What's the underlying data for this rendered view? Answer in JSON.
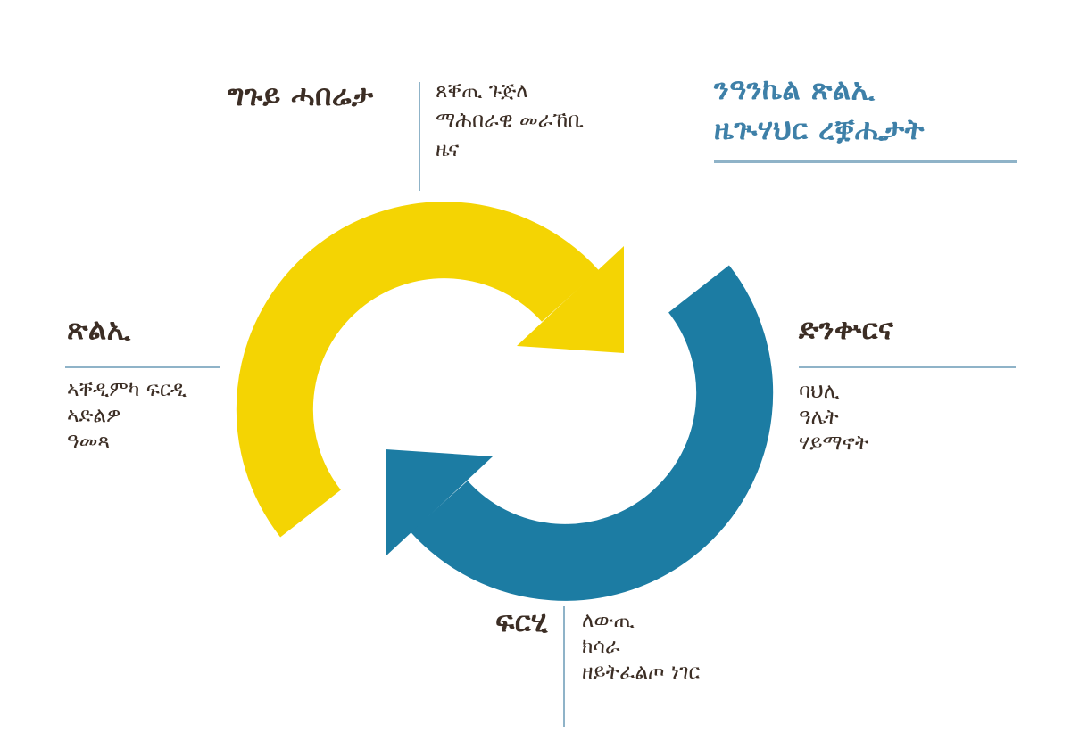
{
  "title": {
    "line1": "ንዓንኬል ጽልኢ",
    "line2": "ዜጒሃህር ረቛሒታት"
  },
  "sections": {
    "misinformation": {
      "heading": "ግጉይ ሓበሬታ",
      "items": [
        "ጸቐጢ ጉጅለ",
        "ማሕበራዊ መራኸቢ",
        "ዜና"
      ]
    },
    "hatred": {
      "heading": "ጽልኢ",
      "items": [
        "ኣቐዲምካ ፍርዲ",
        "ኣድልዎ",
        "ዓመጻ"
      ]
    },
    "ignorance": {
      "heading": "ድንቍርና",
      "items": [
        "ባህሊ",
        "ዓሌት",
        "ሃይማኖት"
      ]
    },
    "fear": {
      "heading": "ፍርሂ",
      "items": [
        "ለውጢ",
        "ክሳራ",
        "ዘይትፈልጦ ነገር"
      ]
    }
  },
  "diagram": {
    "type": "cycle",
    "arrow_count": 2,
    "arrow_direction": "clockwise"
  },
  "colors": {
    "arrow_yellow": "#F4D403",
    "arrow_teal": "#1C7CA3",
    "heading_blue": "#3E80A8",
    "text_dark": "#3C2E25",
    "rule_blue": "#8FB3C8"
  }
}
